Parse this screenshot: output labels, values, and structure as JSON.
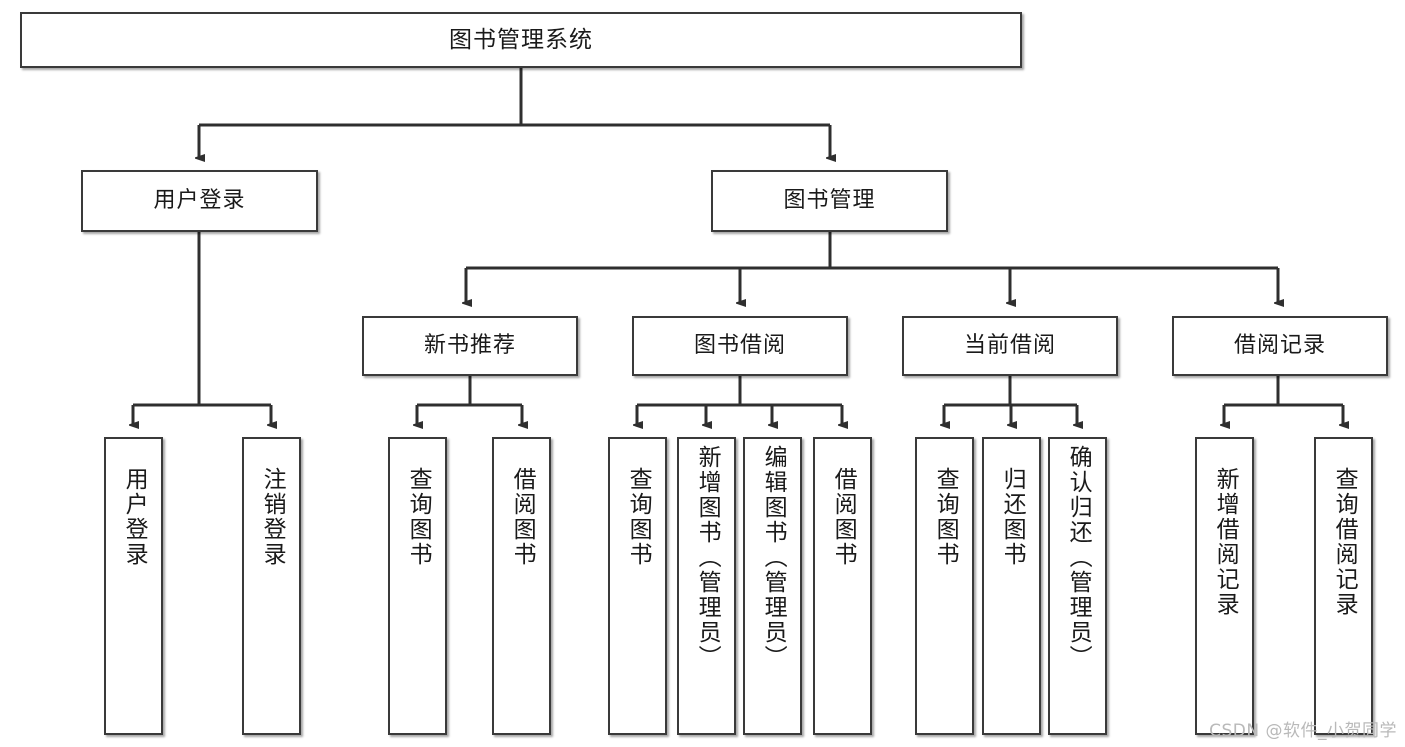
{
  "diagram": {
    "title_node": {
      "label": "图书管理系统"
    },
    "level2": [
      {
        "id": "user-login",
        "label": "用户登录"
      },
      {
        "id": "book-management",
        "label": "图书管理"
      }
    ],
    "level3": [
      {
        "id": "new-book-recommend",
        "label": "新书推荐"
      },
      {
        "id": "book-borrow",
        "label": "图书借阅"
      },
      {
        "id": "current-borrow",
        "label": "当前借阅"
      },
      {
        "id": "borrow-record",
        "label": "借阅记录"
      }
    ],
    "leaves": [
      {
        "id": "leaf-user-login",
        "label": "用户登录"
      },
      {
        "id": "leaf-logout-login",
        "label": "注销登录"
      },
      {
        "id": "leaf-query-book-1",
        "label": "查询图书"
      },
      {
        "id": "leaf-borrow-book-1",
        "label": "借阅图书"
      },
      {
        "id": "leaf-query-book-2",
        "label": "查询图书"
      },
      {
        "id": "leaf-add-book",
        "label": "新增图书（管理员）"
      },
      {
        "id": "leaf-edit-book",
        "label": "编辑图书（管理员）"
      },
      {
        "id": "leaf-borrow-book-2",
        "label": "借阅图书"
      },
      {
        "id": "leaf-query-book-3",
        "label": "查询图书"
      },
      {
        "id": "leaf-return-book",
        "label": "归还图书"
      },
      {
        "id": "leaf-confirm-return",
        "label": "确认归还（管理员）"
      },
      {
        "id": "leaf-add-record",
        "label": "新增借阅记录"
      },
      {
        "id": "leaf-query-record",
        "label": "查询借阅记录"
      }
    ]
  },
  "watermark": {
    "text": "CSDN @软件_小贺同学"
  },
  "colors": {
    "border": "#3a3a3a",
    "background": "#ffffff",
    "text": "#1a1a1a",
    "watermark": "#b9b9b9"
  }
}
